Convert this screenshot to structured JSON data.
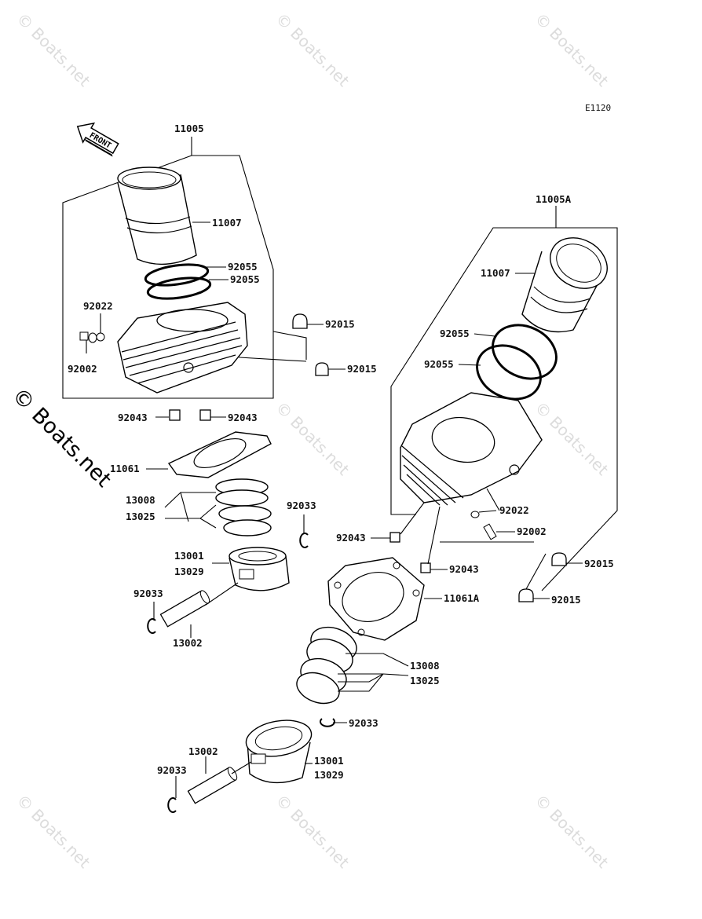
{
  "diagram_code": "E1120",
  "side_watermark": "© Boats.net",
  "watermark": "© Boats.net",
  "front_arrow": "FRONT",
  "labels": {
    "l11005": "11005",
    "l11007_a": "11007",
    "l92055_a1": "92055",
    "l92055_a2": "92055",
    "l92022_a": "92022",
    "l92002_a": "92002",
    "l92015_a1": "92015",
    "l92015_a2": "92015",
    "l92043_a1": "92043",
    "l92043_a2": "92043",
    "l11061": "11061",
    "l13008_a": "13008",
    "l13025_a": "13025",
    "l92033_a1": "92033",
    "l13001_a": "13001",
    "l13029_a": "13029",
    "l92033_a2": "92033",
    "l13002_a": "13002",
    "l11005A": "11005A",
    "l11007_b": "11007",
    "l92055_b1": "92055",
    "l92055_b2": "92055",
    "l92022_b": "92022",
    "l92002_b": "92002",
    "l92043_b1": "92043",
    "l92043_b2": "92043",
    "l92015_b1": "92015",
    "l92015_b2": "92015",
    "l11061A": "11061A",
    "l13008_b": "13008",
    "l13025_b": "13025",
    "l92033_b1": "92033",
    "l13002_b": "13002",
    "l13001_b": "13001",
    "l13029_b": "13029",
    "l92033_b2": "92033"
  }
}
